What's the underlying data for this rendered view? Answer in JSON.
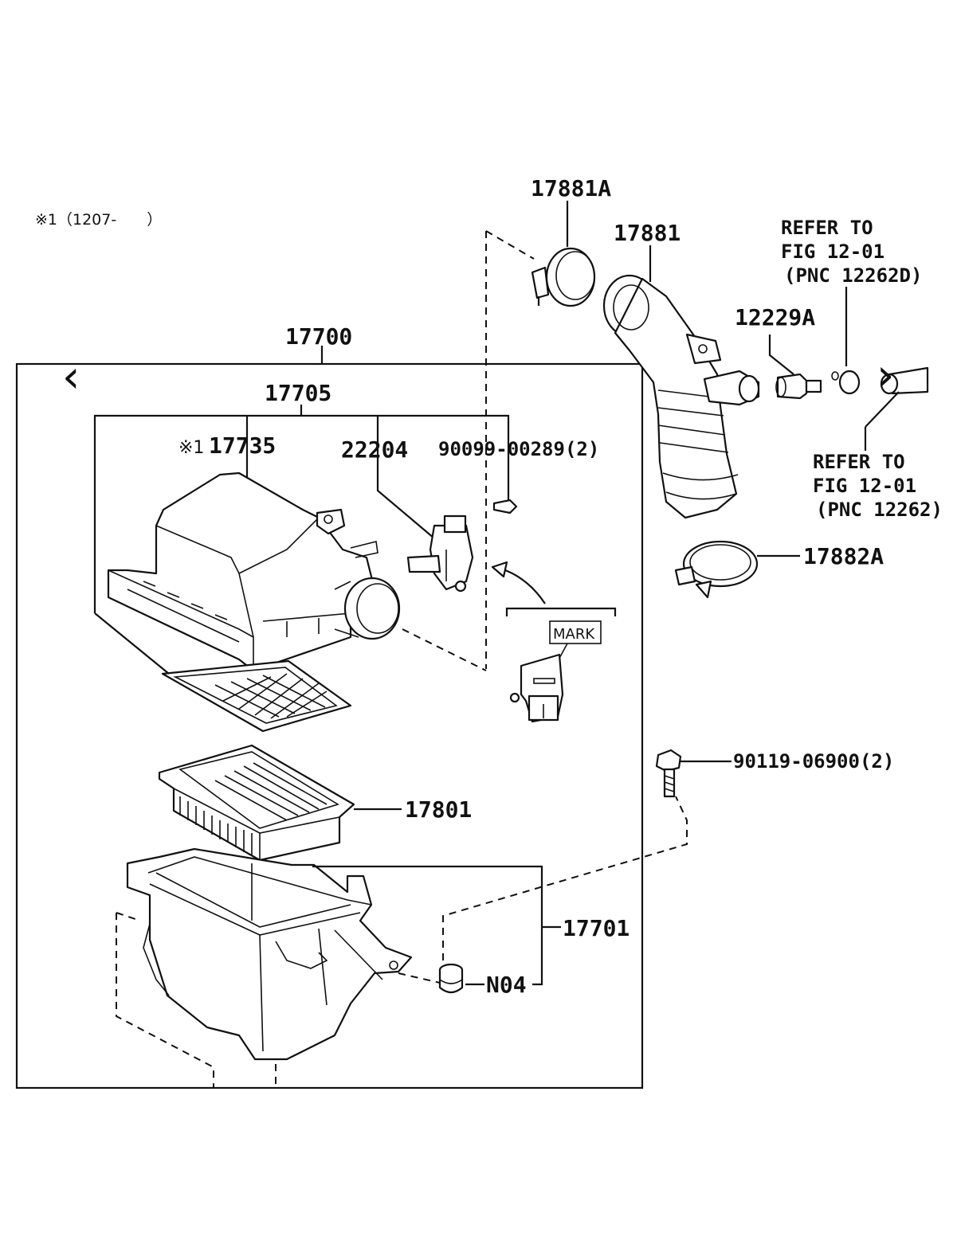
{
  "note": "※1（1207-　　）",
  "nav": {
    "prev_glyph": "‹",
    "next_glyph": "›"
  },
  "callouts": {
    "p17881A": "17881A",
    "p17881": "17881",
    "refer_upper": [
      "REFER TO",
      "FIG 12-01",
      "(PNC 12262D)"
    ],
    "p12229A": "12229A",
    "refer_lower": [
      "REFER TO",
      "FIG 12-01",
      "(PNC 12262)"
    ],
    "p17700": "17700",
    "p17705": "17705",
    "mark1": "※1",
    "p17735": "17735",
    "p22204": "22204",
    "p90099": "90099-00289(2)",
    "mark_label": "MARK",
    "p17882A": "17882A",
    "p90119": "90119-06900(2)",
    "p17801": "17801",
    "p17701": "17701",
    "pN04": "N04"
  }
}
